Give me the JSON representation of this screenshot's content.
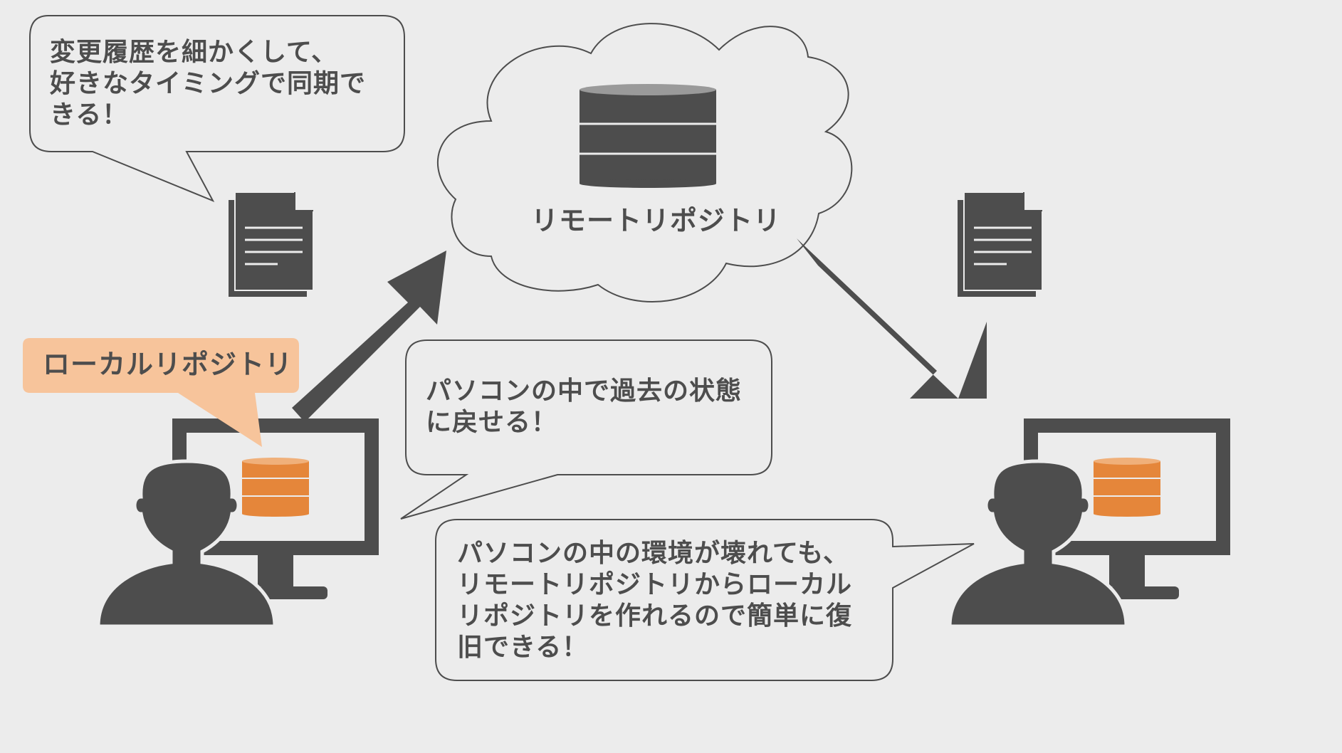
{
  "remote_label": "リモートリポジトリ",
  "local_label": "ローカルリポジトリ",
  "bubble_top_left": [
    "変更履歴を細かくして、",
    "好きなタイミングで同期で",
    "きる！"
  ],
  "bubble_middle": [
    "パソコンの中で過去の状態",
    "に戻せる！"
  ],
  "bubble_bottom": [
    "パソコンの中の環境が壊れても、",
    "リモートリポジトリからローカル",
    "リポジトリを作れるので簡単に復",
    "旧できる！"
  ],
  "colors": {
    "background": "#ececec",
    "dark": "#4d4d4d",
    "accent": "#e5863a",
    "local_tag": "#f7c49b"
  },
  "icons": [
    "database-icon",
    "document-icon",
    "user-icon",
    "monitor-icon",
    "arrow-icon",
    "cloud-icon"
  ]
}
